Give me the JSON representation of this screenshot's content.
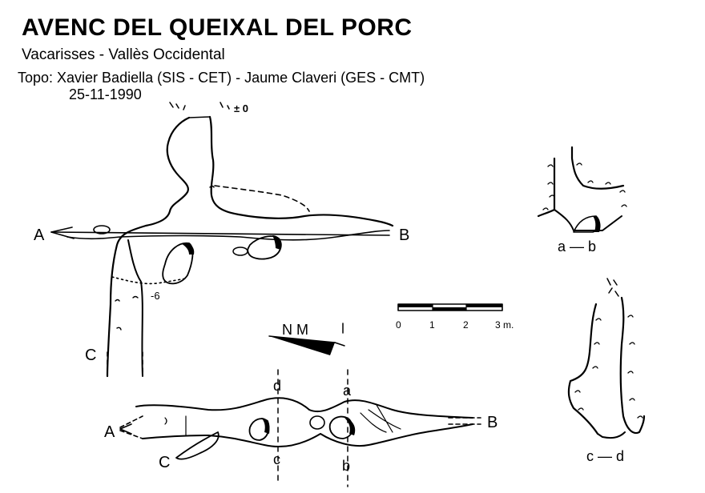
{
  "header": {
    "title": "AVENC DEL QUEIXAL DEL PORC",
    "location": "Vacarisses - Vallès Occidental",
    "authors": "Topo: Xavier Badiella (SIS - CET) - Jaume Claveri (GES - CMT)",
    "date": "25-11-1990"
  },
  "elevation": {
    "entrance_depth": "± 0",
    "bottom_depth": "-6",
    "label_a": "A",
    "label_b": "B",
    "label_c": "C"
  },
  "north": {
    "label": "N M"
  },
  "scale": {
    "ticks": [
      "0",
      "1",
      "2",
      "3 m."
    ]
  },
  "plan": {
    "label_a": "A",
    "label_b": "B",
    "label_c": "C",
    "section_a": "a",
    "section_b": "b",
    "section_c": "c",
    "section_d": "d"
  },
  "sections": {
    "ab_label": "a — b",
    "cd_label": "c — d"
  }
}
